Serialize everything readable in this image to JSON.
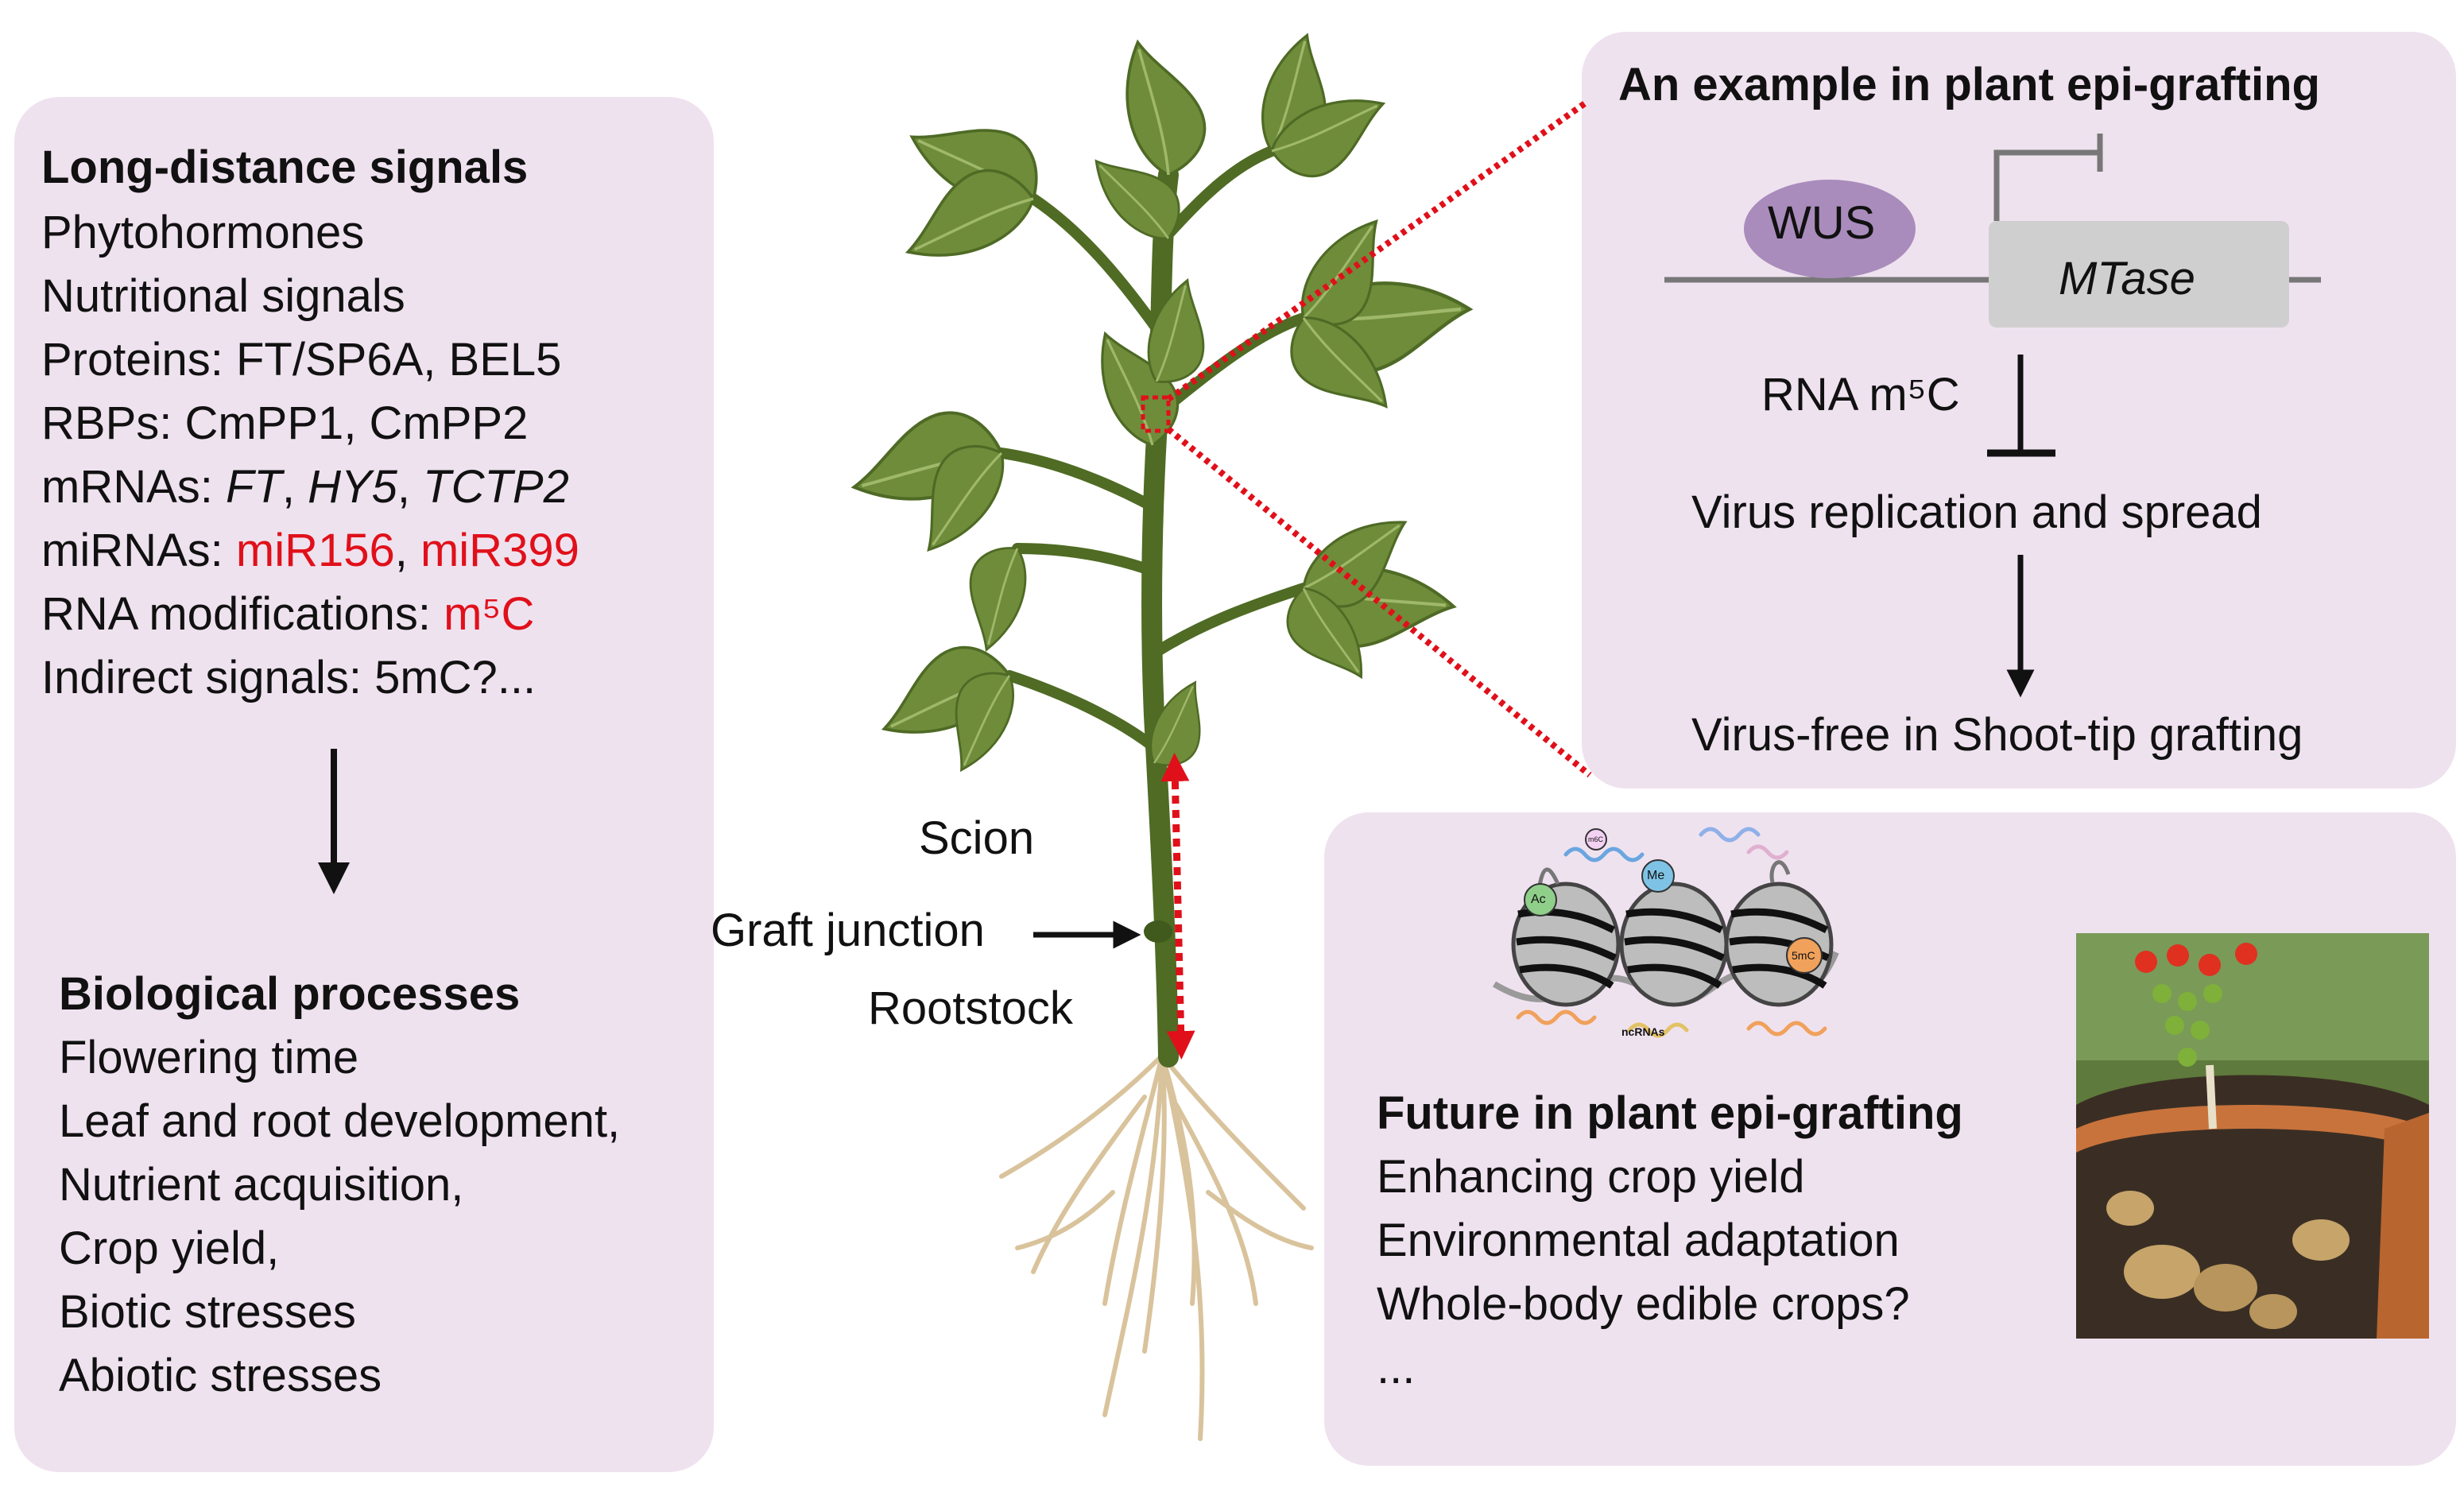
{
  "left_panel": {
    "title": "Long-distance signals",
    "signals": {
      "phytohormones": "Phytohormones",
      "nutritional": "Nutritional signals",
      "proteins": "Proteins: FT/SP6A, BEL5",
      "rbps": "RBPs: CmPP1, CmPP2",
      "mrnas_prefix": "mRNAs: ",
      "mrna_1": "FT",
      "mrna_sep_1": ", ",
      "mrna_2": "HY5",
      "mrna_sep_2": ", ",
      "mrna_3": "TCTP2",
      "mirnas_prefix": "miRNAs: ",
      "mirna_1": "miR156",
      "mirna_sep": ", ",
      "mirna_2": "miR399",
      "rnamod_prefix": "RNA modifications: ",
      "rnamod_value": "m⁵C",
      "indirect": "Indirect signals: 5mC?..."
    },
    "processes_title": "Biological processes",
    "processes": [
      "Flowering time",
      "Leaf and root development,",
      "Nutrient acquisition,",
      "Crop yield,",
      "Biotic stresses",
      "Abiotic stresses"
    ]
  },
  "plant": {
    "scion": "Scion",
    "graft_junction": "Graft junction",
    "rootstock": "Rootstock"
  },
  "top_right_panel": {
    "title": "An example in plant epi-grafting",
    "wus": "WUS",
    "mtase": "MTase",
    "rna_mod": "RNA m⁵C",
    "virus_replication": "Virus replication and spread",
    "virus_free": "Virus-free in Shoot-tip grafting"
  },
  "bottom_right_panel": {
    "nucleosome_tags": [
      "Ac",
      "Me",
      "5mC",
      "m6C"
    ],
    "ncrnas_label": "ncRNAs",
    "title": "Future in plant epi-grafting",
    "items": [
      "Enhancing crop yield",
      "Environmental adaptation",
      "Whole-body edible crops?",
      "..."
    ]
  },
  "colors": {
    "panel_bg": "#efe2ef",
    "highlight_red": "#e0101a",
    "leaf_green": "#6f8c3a",
    "stem_green": "#4f6b24",
    "wus_purple": "#a98cbc",
    "mtase_gray": "#cfcfcf"
  }
}
